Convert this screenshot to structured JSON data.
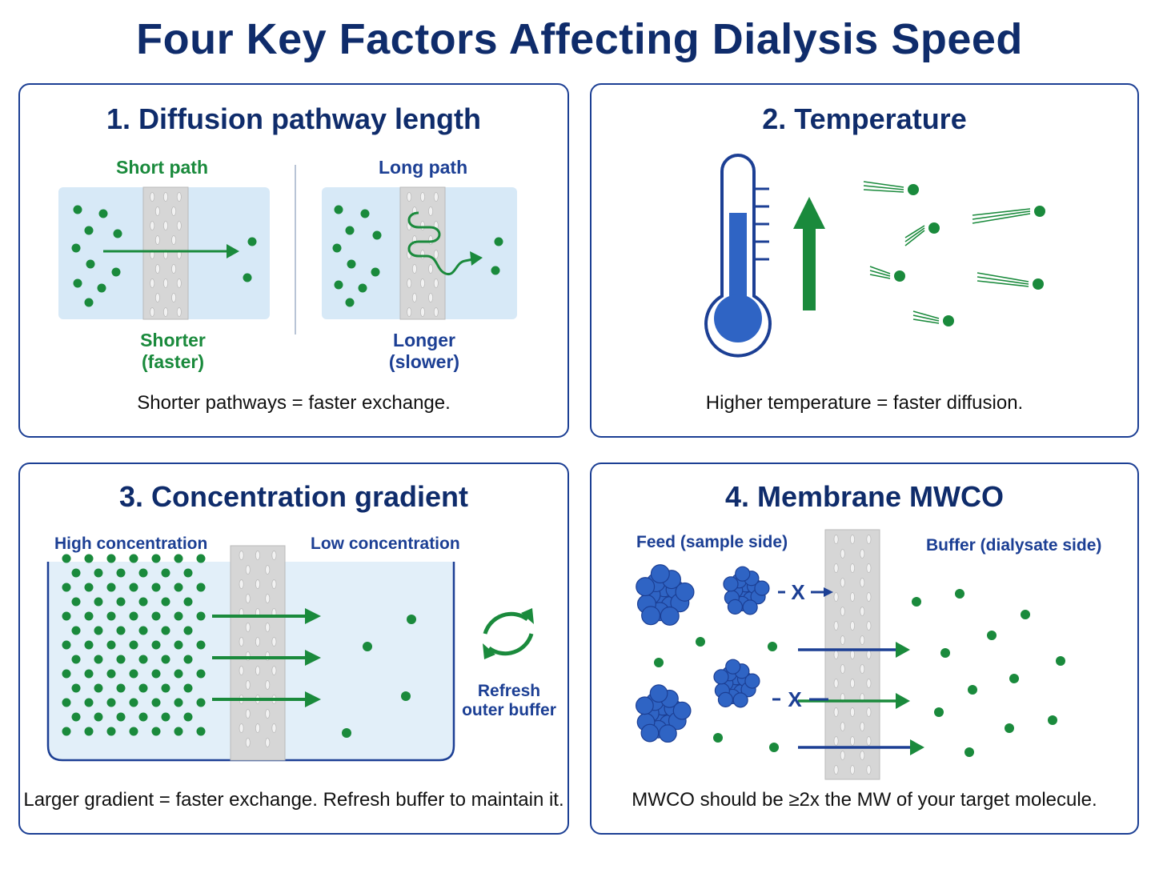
{
  "title": "Four Key Factors Affecting Dialysis Speed",
  "colors": {
    "navy": "#0f2c6b",
    "border_blue": "#1c3f94",
    "molecule_green": "#1a8a3c",
    "protein_blue": "#2f64c4",
    "water_blue": "#d7e9f7",
    "membrane_gray": "#d6d6d6"
  },
  "panels": {
    "diffusion": {
      "title": "1. Diffusion pathway length",
      "short_label": "Short path",
      "long_label": "Long path",
      "short_result_line1": "Shorter",
      "short_result_line2": "(faster)",
      "long_result_line1": "Longer",
      "long_result_line2": "(slower)",
      "caption": "Shorter pathways = faster exchange."
    },
    "temperature": {
      "title": "2. Temperature",
      "caption": "Higher temperature = faster diffusion.",
      "icons": [
        "thermometer-icon",
        "up-arrow-icon",
        "moving-molecule-icon"
      ]
    },
    "gradient": {
      "title": "3. Concentration gradient",
      "high_label": "High concentration",
      "low_label": "Low concentration",
      "refresh_line1": "Refresh",
      "refresh_line2": "outer buffer",
      "caption": "Larger gradient = faster exchange. Refresh buffer to maintain it.",
      "icons": [
        "refresh-cycle-icon"
      ]
    },
    "mwco": {
      "title": "4. Membrane MWCO",
      "feed_label": "Feed (sample side)",
      "buffer_label": "Buffer (dialysate side)",
      "blocked_mark": "X",
      "caption": "MWCO should be ≥2x the MW of your target molecule.",
      "icons": [
        "protein-cluster-icon",
        "blocked-arrow-icon"
      ]
    }
  }
}
